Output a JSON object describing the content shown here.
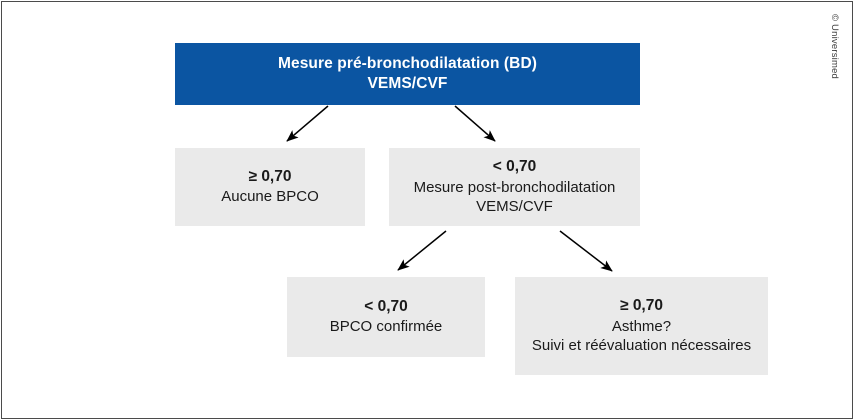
{
  "figure": {
    "title_semantic": "spirometry-copd-diagnosis-flowchart",
    "colors": {
      "root_box": "#0b55a2",
      "leaf_box": "#eaeaea",
      "root_text": "#ffffff",
      "leaf_text": "#1a1a1a",
      "frame": "#4b4b4b",
      "arrow": "#000000"
    },
    "credit": "© Universimed"
  },
  "nodes": {
    "root": {
      "lines": [
        "Mesure pré-bronchodilatation (BD)",
        "VEMS/CVF"
      ]
    },
    "no_copd": {
      "threshold": "≥ 0,70",
      "lines": [
        "Aucune BPCO"
      ]
    },
    "post_bd": {
      "threshold": "< 0,70",
      "lines": [
        "Mesure post-bronchodilatation",
        "VEMS/CVF"
      ]
    },
    "copd_confirmed": {
      "threshold": "< 0,70",
      "lines": [
        "BPCO confirmée"
      ]
    },
    "asthma": {
      "threshold": "≥ 0,70",
      "lines": [
        "Asthme?",
        "Suivi et réévaluation nécessaires"
      ]
    }
  },
  "edges": [
    {
      "name": "root-to-no-copd",
      "label": ""
    },
    {
      "name": "root-to-post-bd",
      "label": ""
    },
    {
      "name": "post-bd-to-copd-confirmed",
      "label": ""
    },
    {
      "name": "post-bd-to-asthma",
      "label": ""
    }
  ]
}
